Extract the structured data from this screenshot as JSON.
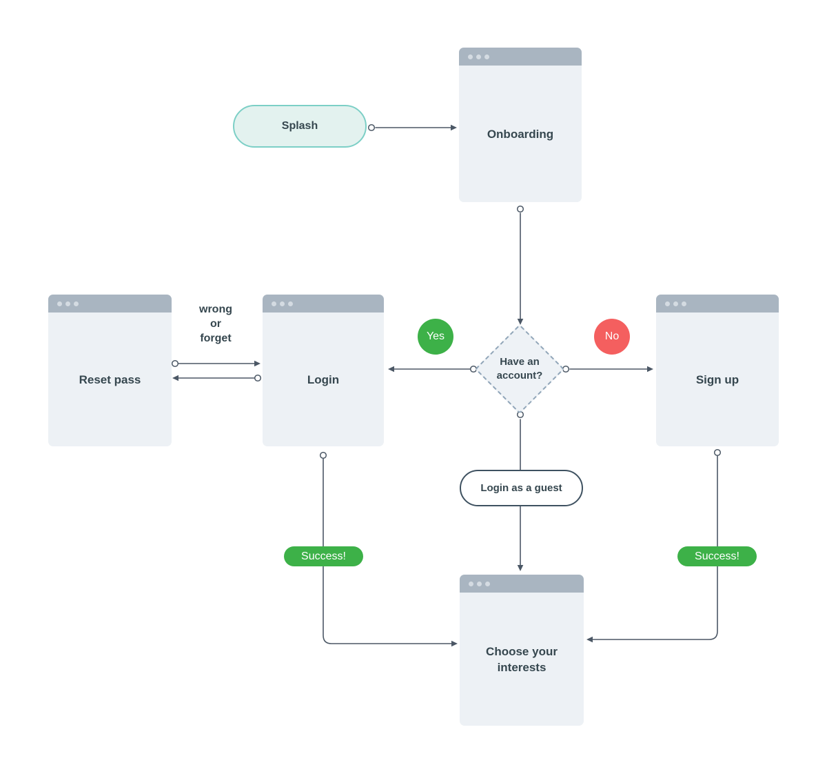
{
  "colors": {
    "background": "#ffffff",
    "window_bar": "#a9b5c1",
    "window_body": "#edf1f5",
    "window_dots": "#d4dbe2",
    "text": "#36474f",
    "line": "#4b5765",
    "splash_fill": "#e3f2ef",
    "splash_border": "#7ccfc6",
    "decision_fill": "#eef2f6",
    "decision_border": "#91a6b9",
    "yes_badge": "#3db148",
    "no_badge": "#f45f5f",
    "success_badge": "#3db148",
    "guest_pill_border": "#3e5160"
  },
  "nodes": {
    "splash": {
      "label": "Splash",
      "type": "pill"
    },
    "onboarding": {
      "label": "Onboarding",
      "type": "window"
    },
    "reset_pass": {
      "label": "Reset pass",
      "type": "window"
    },
    "login": {
      "label": "Login",
      "type": "window"
    },
    "sign_up": {
      "label": "Sign up",
      "type": "window"
    },
    "have_account": {
      "label": "Have an account?",
      "type": "decision"
    },
    "login_guest": {
      "label": "Login as a guest",
      "type": "pill"
    },
    "choose_interests": {
      "label": "Choose your interests",
      "type": "window"
    }
  },
  "labels": {
    "yes": "Yes",
    "no": "No",
    "success_left": "Success!",
    "success_right": "Success!",
    "wrong_or_forget": "wrong\nor\nforget"
  },
  "edges": [
    {
      "from": "Splash",
      "to": "Onboarding"
    },
    {
      "from": "Onboarding",
      "to": "Have an account?"
    },
    {
      "from": "Have an account?",
      "to": "Login",
      "label": "Yes"
    },
    {
      "from": "Have an account?",
      "to": "Sign up",
      "label": "No"
    },
    {
      "from": "Have an account?",
      "to": "Choose your interests",
      "label": "Login as a guest"
    },
    {
      "from": "Reset pass",
      "to": "Login",
      "label": "wrong or forget"
    },
    {
      "from": "Login",
      "to": "Reset pass",
      "label": "wrong or forget"
    },
    {
      "from": "Login",
      "to": "Choose your interests",
      "label": "Success!"
    },
    {
      "from": "Sign up",
      "to": "Choose your interests",
      "label": "Success!"
    }
  ]
}
